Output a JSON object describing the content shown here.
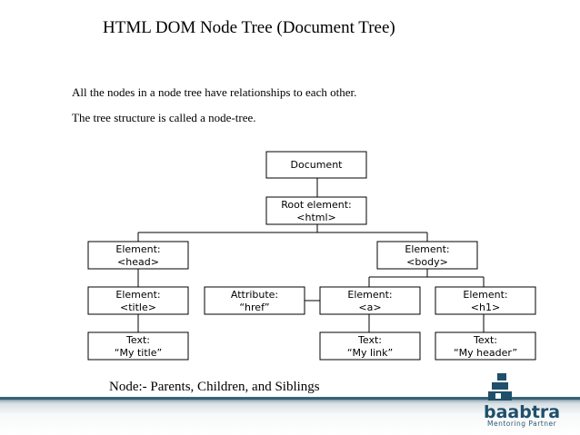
{
  "title": "HTML DOM Node Tree (Document Tree)",
  "paragraphs": [
    "All the nodes in a node tree have relationships to each other.",
    "The tree structure is called a node-tree."
  ],
  "tree": {
    "document": [
      "Document"
    ],
    "root": [
      "Root element:",
      "<html>"
    ],
    "head": [
      "Element:",
      "<head>"
    ],
    "body": [
      "Element:",
      "<body>"
    ],
    "title_el": [
      "Element:",
      "<title>"
    ],
    "href_attr": [
      "Attribute:",
      "“href”"
    ],
    "a_el": [
      "Element:",
      "<a>"
    ],
    "h1_el": [
      "Element:",
      "<h1>"
    ],
    "title_text": [
      "Text:",
      "“My title”"
    ],
    "link_text": [
      "Text:",
      "“My link”"
    ],
    "header_text": [
      "Text:",
      "“My header”"
    ]
  },
  "caption": "Node:- Parents, Children, and Siblings",
  "logo": {
    "name": "baabtra",
    "tagline": "Mentoring Partner",
    "color": "#1f4f6a"
  }
}
